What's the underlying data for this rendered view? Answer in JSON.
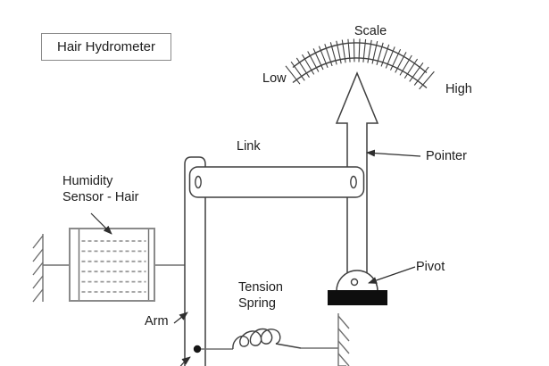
{
  "title": "Hair Hydrometer",
  "scale": {
    "title": "Scale",
    "low": "Low",
    "high": "High",
    "tick_count": 27
  },
  "labels": {
    "link": "Link",
    "pointer": "Pointer",
    "pivot": "Pivot",
    "arm": "Arm"
  },
  "humidity_sensor": {
    "line1": "Humidity",
    "line2": "Sensor - Hair"
  },
  "tension_spring": {
    "line1": "Tension",
    "line2": "Spring"
  },
  "colors": {
    "line": "#3f3f3f",
    "gray_line": "#6f6f6f",
    "light_gray": "#9a9a9a",
    "sensor_border": "#8a8a8a",
    "arrow": "#2e2e2e",
    "base_black": "#0e0e0e",
    "text": "#1c1c1c",
    "background": "#ffffff"
  }
}
